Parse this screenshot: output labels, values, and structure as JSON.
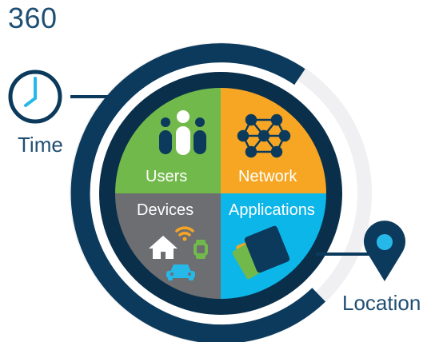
{
  "title": "360",
  "labels": {
    "time": "Time",
    "location": "Location"
  },
  "quadrants": {
    "users": {
      "label": "Users",
      "color": "#72b94c"
    },
    "network": {
      "label": "Network",
      "color": "#f6a623"
    },
    "devices": {
      "label": "Devices",
      "color": "#6d6e71"
    },
    "apps": {
      "label": "Applications",
      "color": "#0cb6e8"
    }
  },
  "colors": {
    "navy": "#0b3a5c",
    "navy_dark": "#0a2f4b",
    "ring_light": "#f0f0f2",
    "pin": "#0b3a5c",
    "pin_dot": "#27b8ea"
  },
  "icons": [
    "clock-icon",
    "users-icon",
    "network-icon",
    "home-icon",
    "wifi-icon",
    "smartwatch-icon",
    "car-icon",
    "applications-icon",
    "location-pin-icon"
  ]
}
